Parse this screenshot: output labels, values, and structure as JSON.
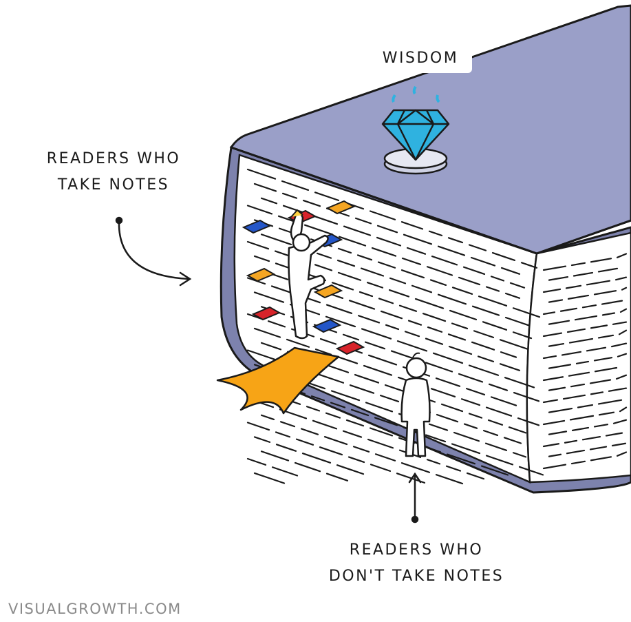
{
  "labels": {
    "wisdom": "WISDOM",
    "note_takers_line1": "READERS WHO",
    "note_takers_line2": "TAKE NOTES",
    "non_note_takers_line1": "READERS WHO",
    "non_note_takers_line2": "DON'T TAKE NOTES"
  },
  "credit": "VISUALGROWTH.COM",
  "colors": {
    "cover": "#9a9fc8",
    "cover_dark": "#7d82ad",
    "pages": "#ffffff",
    "gem": "#2fb2e0",
    "ribbon": "#f7a416",
    "sticky_red": "#d8232a",
    "sticky_blue": "#2456c8",
    "sticky_yellow": "#f5a623"
  },
  "icons": [
    "diamond-icon",
    "pedestal-icon",
    "climber-figure-icon",
    "standing-figure-icon",
    "bookmark-ribbon-icon",
    "curved-arrow-icon",
    "up-arrow-icon"
  ]
}
